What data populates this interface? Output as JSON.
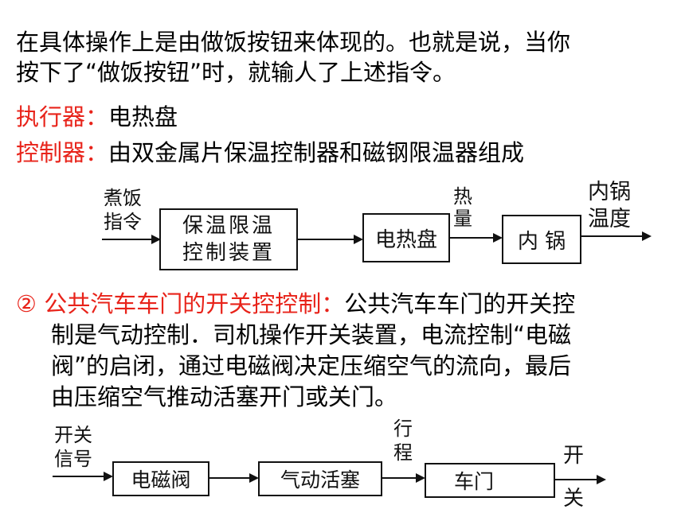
{
  "paragraph1": {
    "line1": "在具体操作上是由做饭按钮来体现的。也就是说，当你",
    "line2": "按下了“做饭按钮”时，就输人了上述指令。"
  },
  "executor": {
    "label": "执行器：",
    "value": "电热盘"
  },
  "controller": {
    "label": "控制器：",
    "value": "由双金属片保温控制器和磁钢限温器组成"
  },
  "diagram1": {
    "input_label_1": "煮饭",
    "input_label_2": "指令",
    "box1_line1": "保温限温",
    "box1_line2": "控制装置",
    "box2": "电热盘",
    "mid_label_1": "热",
    "mid_label_2": "量",
    "box3": "内 锅",
    "output_label_1": "内锅",
    "output_label_2": "温度"
  },
  "section2": {
    "heading": "② 公共汽车车门的开关控控制：",
    "line1_rest": "公共汽车车门的开关控",
    "line2": "制是气动控制．司机操作开关装置，电流控制“电磁",
    "line3": "阀”的启闭，通过电磁阀决定压缩空气的流向，最后",
    "line4": "由压缩空气推动活塞开门或关门。"
  },
  "diagram2": {
    "input_label_1": "开关",
    "input_label_2": "信号",
    "box1": "电磁阀",
    "box2": "气动活塞",
    "mid_label_1": "行",
    "mid_label_2": "程",
    "box3": "车门",
    "output_label_1": "开",
    "output_label_2": "关"
  }
}
